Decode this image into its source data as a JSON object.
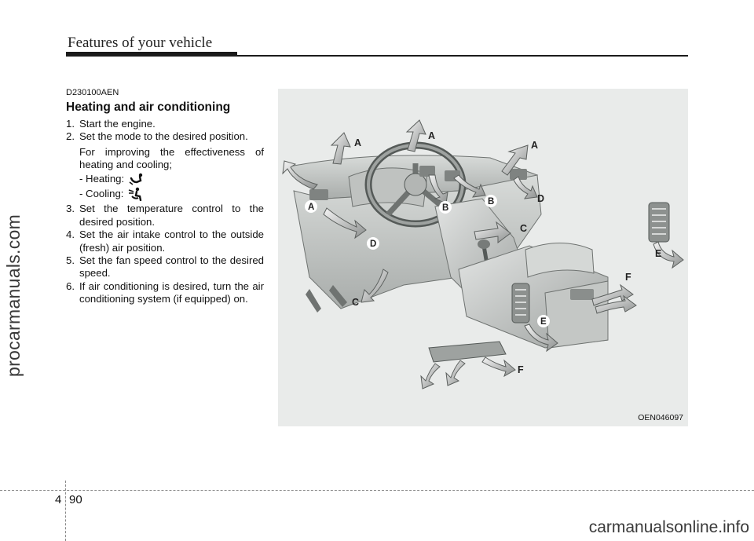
{
  "header": {
    "title": "Features of your vehicle"
  },
  "watermark_side": "procarmanuals.com",
  "watermark_bottom": "carmanualsonline.info",
  "section": {
    "code": "D230100AEN",
    "heading": "Heating and air conditioning",
    "steps": [
      {
        "num": "1.",
        "text": "Start the engine."
      },
      {
        "num": "2.",
        "text": "Set the mode to the desired position."
      },
      {
        "num": "3.",
        "text": "Set the temperature control to the desired position."
      },
      {
        "num": "4.",
        "text": "Set the air intake control to the outside (fresh) air position."
      },
      {
        "num": "5.",
        "text": "Set the fan speed control to the desired speed."
      },
      {
        "num": "6.",
        "text": "If air conditioning is desired, turn the air conditioning system (if equipped) on."
      }
    ],
    "note": "For improving the effectiveness of heating and cooling;",
    "heating_label": "- Heating:",
    "cooling_label": "- Cooling:",
    "heating_icon": "mode-floor-icon",
    "cooling_icon": "mode-face-icon"
  },
  "figure": {
    "code": "OEN046097",
    "callouts": [
      "A",
      "A",
      "A",
      "A",
      "B",
      "B",
      "C",
      "C",
      "D",
      "D",
      "E",
      "E",
      "F",
      "F"
    ]
  },
  "footer": {
    "chapter": "4",
    "page": "90"
  }
}
